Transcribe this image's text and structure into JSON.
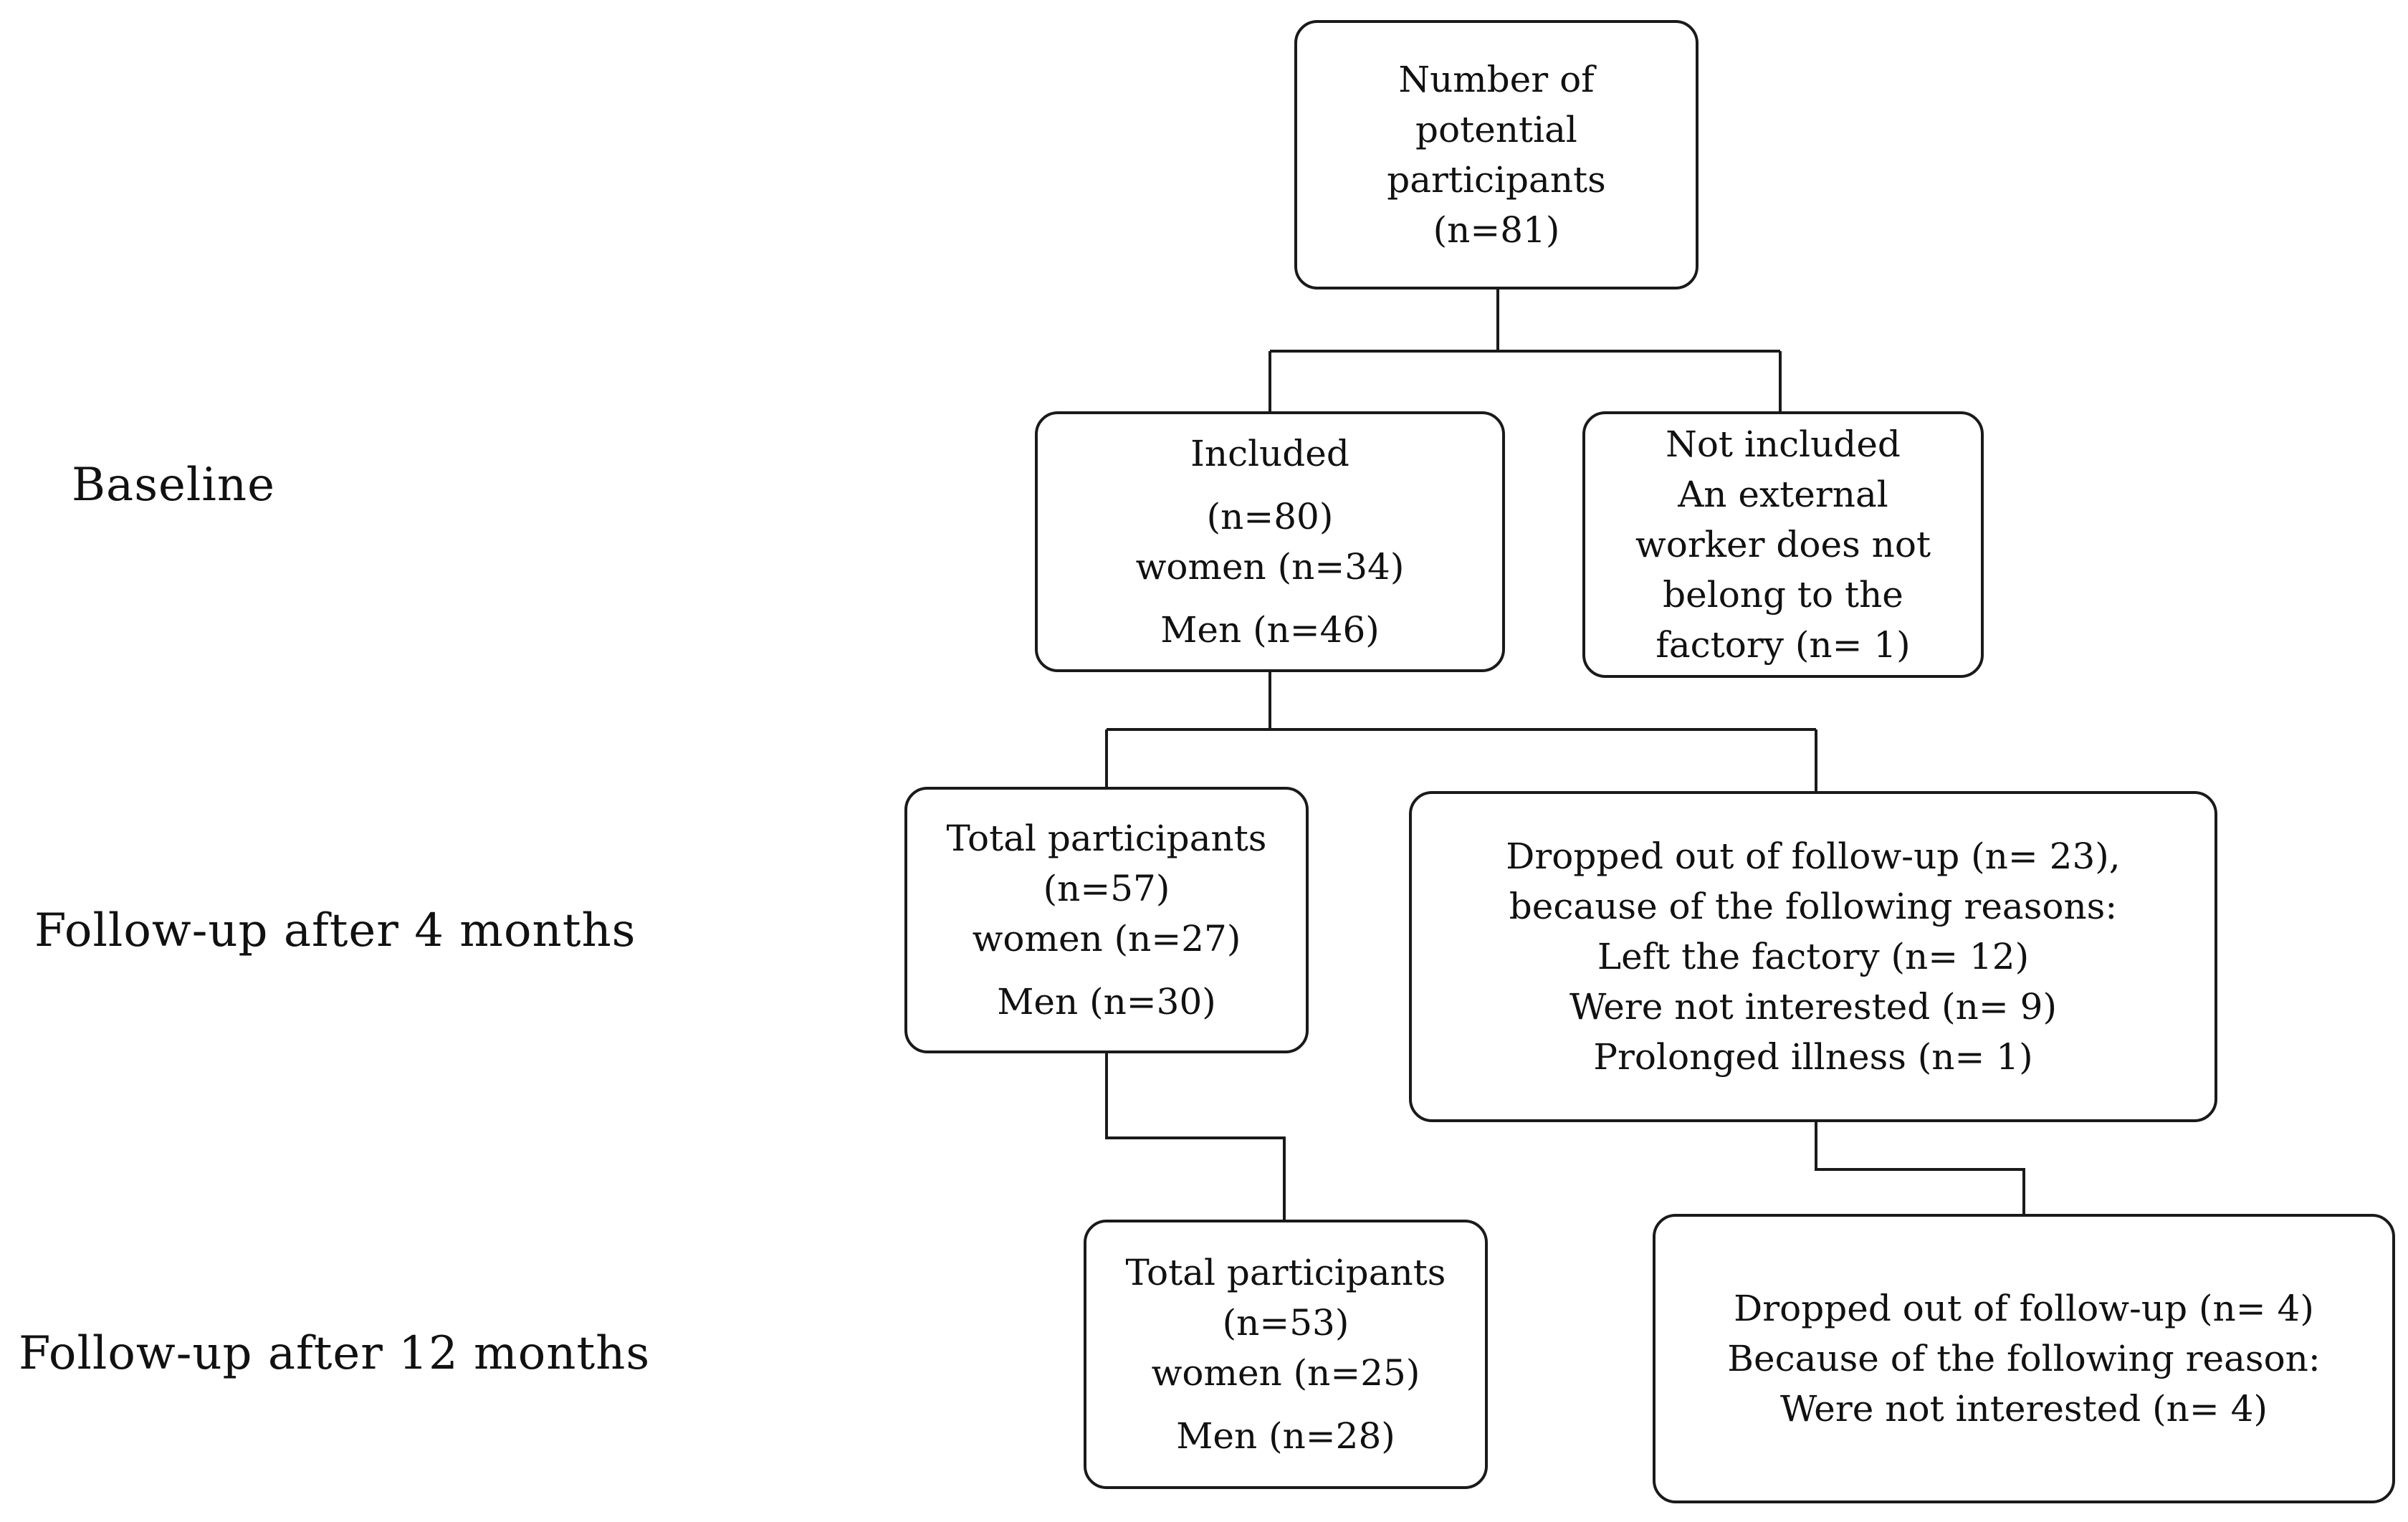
{
  "stages": {
    "baseline": "Baseline",
    "followup_4": "Follow-up after 4 months",
    "followup_12": "Follow-up after 12 months"
  },
  "boxes": {
    "potential": {
      "lines": [
        "Number of",
        "potential",
        "participants",
        "(n=81)"
      ]
    },
    "included": {
      "lines": [
        "Included",
        "(n=80)",
        "women (n=34)",
        "Men (n=46)"
      ]
    },
    "not_included": {
      "lines": [
        "Not included",
        "An external",
        "worker does not",
        "belong to the",
        "factory (n= 1)"
      ]
    },
    "total_4": {
      "lines": [
        "Total participants",
        "(n=57)",
        "women (n=27)",
        "Men (n=30)"
      ]
    },
    "dropped_4": {
      "lines": [
        "Dropped out of follow-up (n= 23),",
        "because of the following reasons:",
        "Left the factory (n= 12)",
        "Were not interested (n= 9)",
        "Prolonged illness (n= 1)"
      ]
    },
    "total_12": {
      "lines": [
        "Total participants",
        "(n=53)",
        "women (n=25)",
        "Men (n=28)"
      ]
    },
    "dropped_12": {
      "lines": [
        "Dropped out of follow-up (n= 4)",
        "Because of the following reason:",
        "Were not interested (n= 4)"
      ]
    }
  }
}
